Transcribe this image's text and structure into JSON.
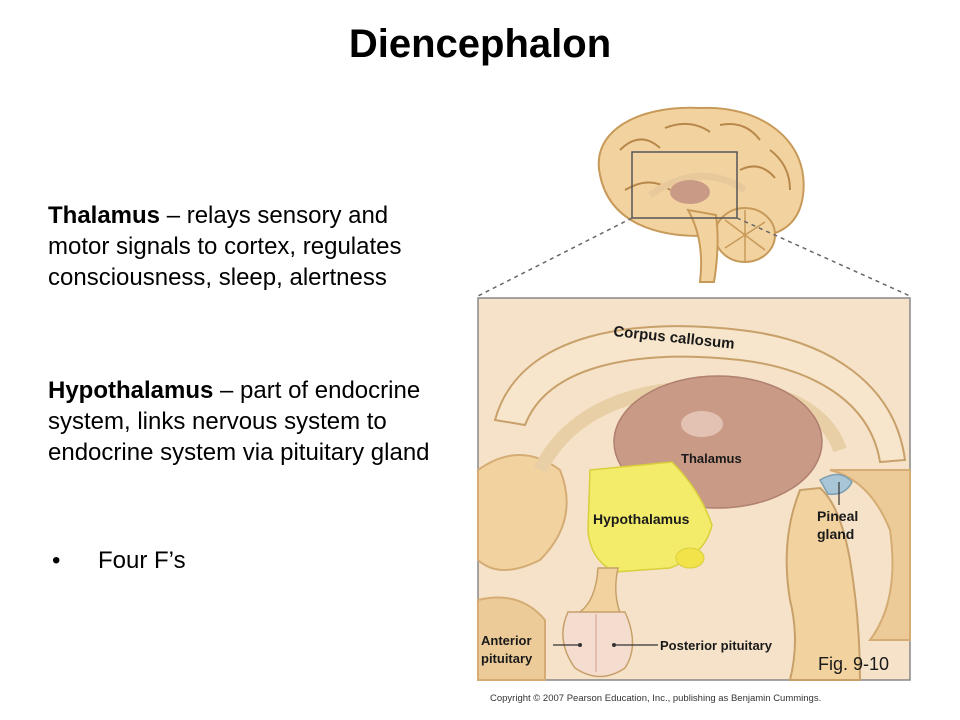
{
  "title": "Diencephalon",
  "paragraphs": [
    {
      "term": "Thalamus",
      "desc": " – relays sensory and motor signals to cortex, regulates consciousness, sleep, alertness"
    },
    {
      "term": "Hypothalamus",
      "desc": " – part of endocrine system, links nervous system to endocrine system via pituitary gland"
    }
  ],
  "bullets": [
    "Four F’s"
  ],
  "figure": {
    "labels": {
      "corpus_callosum": "Corpus callosum",
      "thalamus": "Thalamus",
      "hypothalamus": "Hypothalamus",
      "pineal_1": "Pineal",
      "pineal_2": "gland",
      "anterior_1": "Anterior",
      "anterior_2": "pituitary",
      "posterior": "Posterior pituitary",
      "fig": "Fig. 9-10"
    },
    "copyright": "Copyright © 2007 Pearson Education, Inc., publishing as Benjamin Cummings."
  },
  "colors": {
    "cerebrum": "#f2d3a0",
    "thalamus": "#c99a86",
    "hypothalamus": "#f2ec6a",
    "pituitary": "#f4dccf",
    "pineal": "#a9c6d6"
  }
}
